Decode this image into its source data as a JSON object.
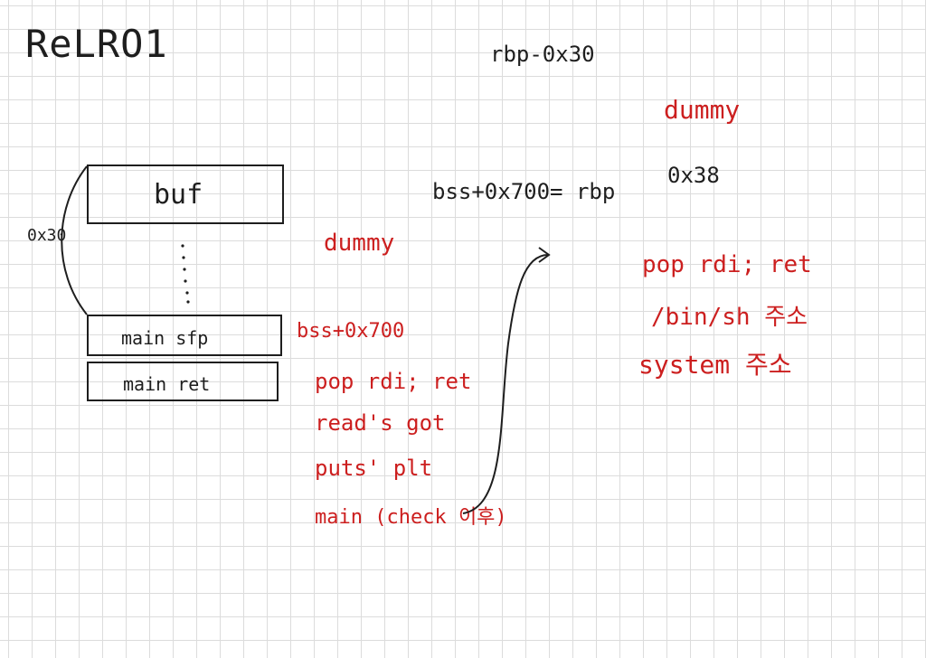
{
  "title": "ReLRO1",
  "left_stack": {
    "size_label": "0x30",
    "buf_label": "buf",
    "sfp_label": "main  sfp",
    "ret_label": "main  ret"
  },
  "first_payload": {
    "dummy": "dummy",
    "sfp_value": "bss+0x700",
    "lines": [
      "pop rdi; ret",
      "read's got",
      "puts' plt",
      "main (check 이후)"
    ]
  },
  "middle": {
    "rbp_minus": "rbp-0x30",
    "rbp_eq": "bss+0x700= rbp"
  },
  "second_payload": {
    "dummy": "dummy",
    "dummy_size": "0x38",
    "lines": [
      "pop rdi; ret",
      "/bin/sh 주소",
      "system 주소"
    ]
  },
  "colors": {
    "ink": "#1e1e1e",
    "red": "#cc1f1f",
    "grid": "#dcdcdc"
  }
}
